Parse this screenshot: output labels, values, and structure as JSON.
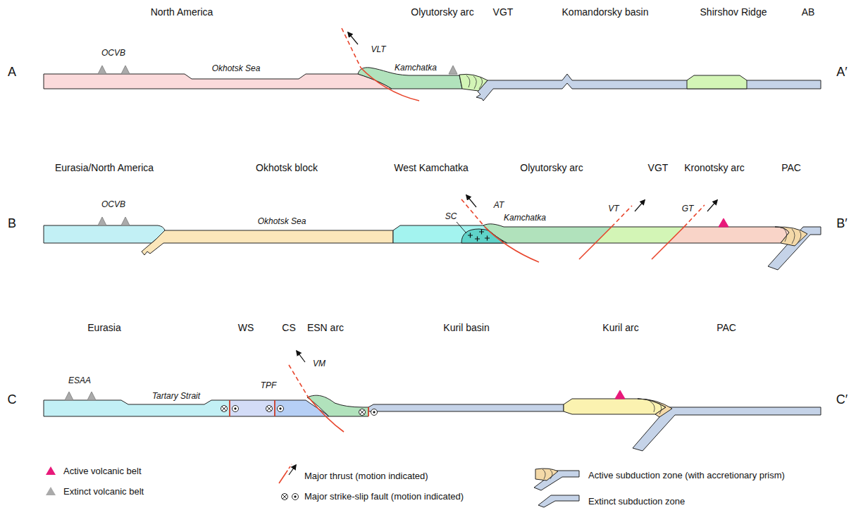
{
  "diagram": {
    "labels": [
      "North America",
      "Olyutorsky arc",
      "VGT",
      "Komandorsky basin",
      "Shirshov Ridge",
      "AB",
      "A",
      "A′",
      "OCVB",
      "VLT",
      "Okhotsk Sea",
      "Kamchatka",
      "Eurasia/North America",
      "Okhotsk block",
      "West Kamchatka",
      "Olyutorsky arc",
      "VGT",
      "Kronotsky arc",
      "PAC",
      "B",
      "B′",
      "OCVB",
      "AT",
      "SC",
      "VT",
      "GT",
      "Okhotsk Sea",
      "Kamchatka",
      "Eurasia",
      "WS",
      "CS",
      "ESN arc",
      "Kuril basin",
      "Kuril arc",
      "PAC",
      "C",
      "C′",
      "ESAA",
      "Tartary Strait",
      "TPF",
      "VM"
    ],
    "legend": [
      {
        "text": "Active volcanic belt"
      },
      {
        "text": "Extinct volcanic belt"
      },
      {
        "text": "Major thrust (motion indicated)"
      },
      {
        "text": "Major strike-slip fault (motion indicated)"
      },
      {
        "text": "Active subduction zone (with accretionary prism)"
      },
      {
        "text": "Extinct subduction zone"
      }
    ]
  }
}
